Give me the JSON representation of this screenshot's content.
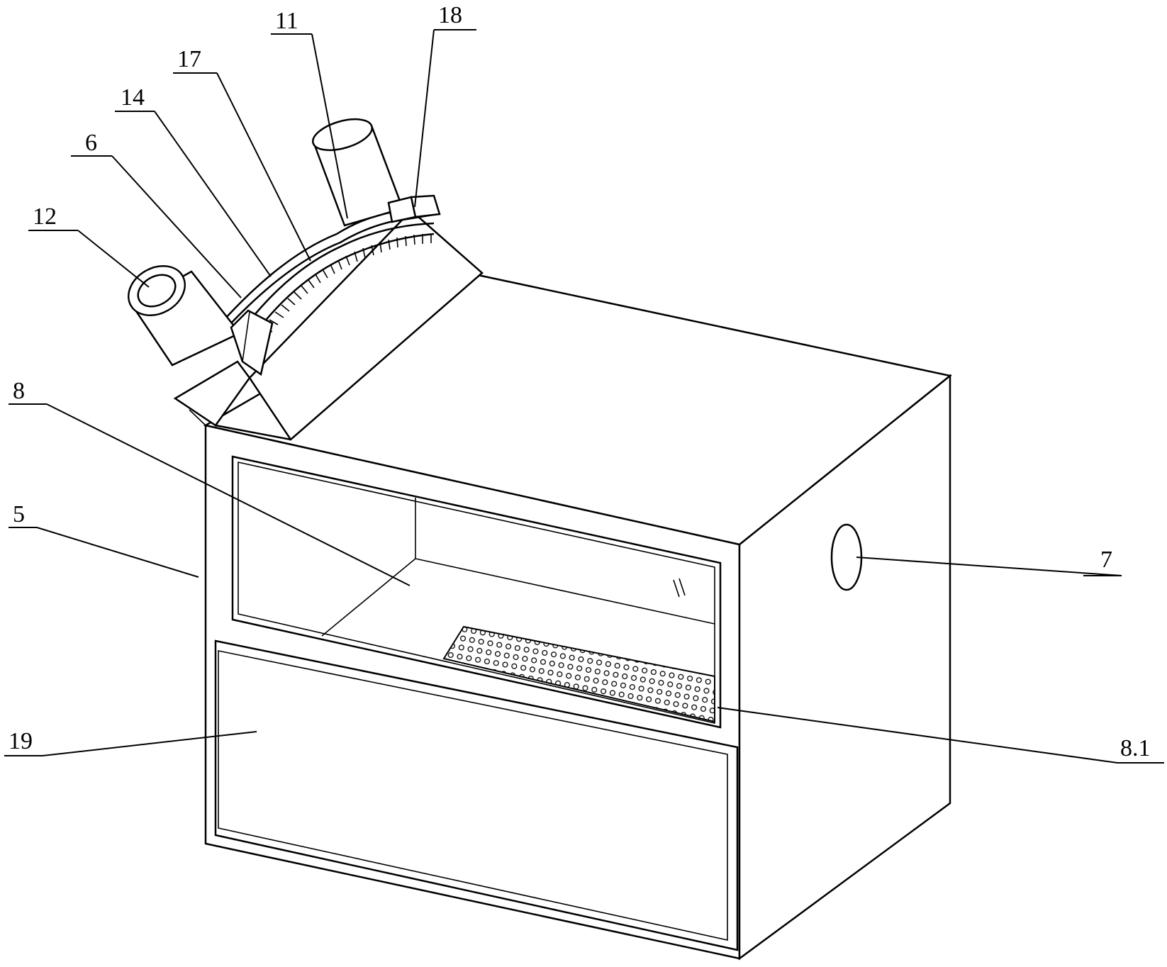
{
  "figure": {
    "labels": {
      "c5": "5",
      "c6": "6",
      "c7": "7",
      "c8": "8",
      "c8_1": "8.1",
      "c11": "11",
      "c12": "12",
      "c14": "14",
      "c17": "17",
      "c18": "18",
      "c19": "19"
    },
    "line_color": "#000000",
    "background": "#ffffff"
  }
}
